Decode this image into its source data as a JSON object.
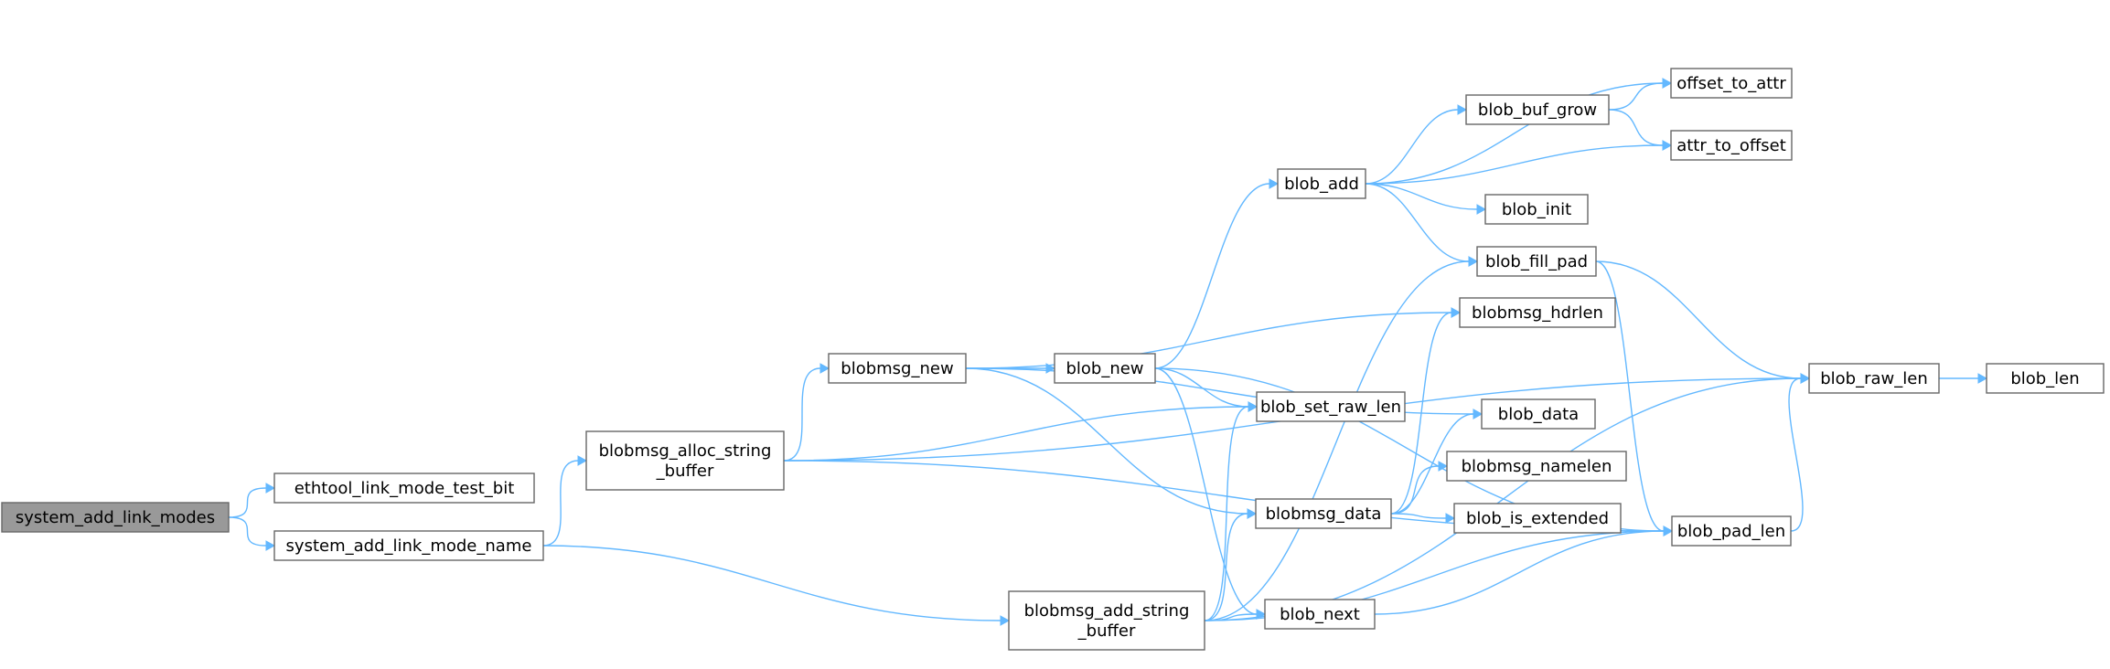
{
  "graph": {
    "nodes": [
      {
        "id": "n0",
        "label": [
          "system_add_link_modes"
        ]
      },
      {
        "id": "n1",
        "label": [
          "ethtool_link_mode_test_bit"
        ]
      },
      {
        "id": "n2",
        "label": [
          "system_add_link_mode_name"
        ]
      },
      {
        "id": "n3",
        "label": [
          "blobmsg_alloc_string",
          "_buffer"
        ]
      },
      {
        "id": "n4",
        "label": [
          "blobmsg_add_string",
          "_buffer"
        ]
      },
      {
        "id": "n5",
        "label": [
          "blobmsg_new"
        ]
      },
      {
        "id": "n6",
        "label": [
          "blob_raw_len"
        ]
      },
      {
        "id": "n7",
        "label": [
          "blob_set_raw_len"
        ]
      },
      {
        "id": "n8",
        "label": [
          "blob_pad_len"
        ]
      },
      {
        "id": "n9",
        "label": [
          "blob_new"
        ]
      },
      {
        "id": "n10",
        "label": [
          "blob_add"
        ]
      },
      {
        "id": "n11",
        "label": [
          "blob_buf_grow"
        ]
      },
      {
        "id": "n12",
        "label": [
          "offset_to_attr"
        ]
      },
      {
        "id": "n13",
        "label": [
          "attr_to_offset"
        ]
      },
      {
        "id": "n14",
        "label": [
          "blob_init"
        ]
      },
      {
        "id": "n15",
        "label": [
          "blob_fill_pad"
        ]
      },
      {
        "id": "n16",
        "label": [
          "blobmsg_hdrlen"
        ]
      },
      {
        "id": "n17",
        "label": [
          "blob_data"
        ]
      },
      {
        "id": "n18",
        "label": [
          "blobmsg_data"
        ]
      },
      {
        "id": "n19",
        "label": [
          "blobmsg_namelen"
        ]
      },
      {
        "id": "n20",
        "label": [
          "blob_is_extended"
        ]
      },
      {
        "id": "n21",
        "label": [
          "blob_next"
        ]
      },
      {
        "id": "n22",
        "label": [
          "blob_len"
        ]
      }
    ],
    "edges": [
      {
        "from": "n0",
        "to": "n1"
      },
      {
        "from": "n0",
        "to": "n2"
      },
      {
        "from": "n2",
        "to": "n3"
      },
      {
        "from": "n2",
        "to": "n4"
      },
      {
        "from": "n3",
        "to": "n6"
      },
      {
        "from": "n3",
        "to": "n5"
      },
      {
        "from": "n3",
        "to": "n7"
      },
      {
        "from": "n3",
        "to": "n8"
      },
      {
        "from": "n5",
        "to": "n9"
      },
      {
        "from": "n5",
        "to": "n16"
      },
      {
        "from": "n5",
        "to": "n17"
      },
      {
        "from": "n5",
        "to": "n18"
      },
      {
        "from": "n9",
        "to": "n10"
      },
      {
        "from": "n9",
        "to": "n7"
      },
      {
        "from": "n9",
        "to": "n8"
      },
      {
        "from": "n9",
        "to": "n21"
      },
      {
        "from": "n10",
        "to": "n12"
      },
      {
        "from": "n10",
        "to": "n11"
      },
      {
        "from": "n10",
        "to": "n13"
      },
      {
        "from": "n10",
        "to": "n14"
      },
      {
        "from": "n10",
        "to": "n15"
      },
      {
        "from": "n11",
        "to": "n12"
      },
      {
        "from": "n11",
        "to": "n13"
      },
      {
        "from": "n15",
        "to": "n6"
      },
      {
        "from": "n15",
        "to": "n8"
      },
      {
        "from": "n18",
        "to": "n16"
      },
      {
        "from": "n18",
        "to": "n17"
      },
      {
        "from": "n18",
        "to": "n19"
      },
      {
        "from": "n18",
        "to": "n20"
      },
      {
        "from": "n4",
        "to": "n18"
      },
      {
        "from": "n4",
        "to": "n21"
      },
      {
        "from": "n4",
        "to": "n7"
      },
      {
        "from": "n4",
        "to": "n15"
      },
      {
        "from": "n4",
        "to": "n8"
      },
      {
        "from": "n4",
        "to": "n6"
      },
      {
        "from": "n21",
        "to": "n8"
      },
      {
        "from": "n8",
        "to": "n6"
      },
      {
        "from": "n6",
        "to": "n22"
      }
    ]
  }
}
